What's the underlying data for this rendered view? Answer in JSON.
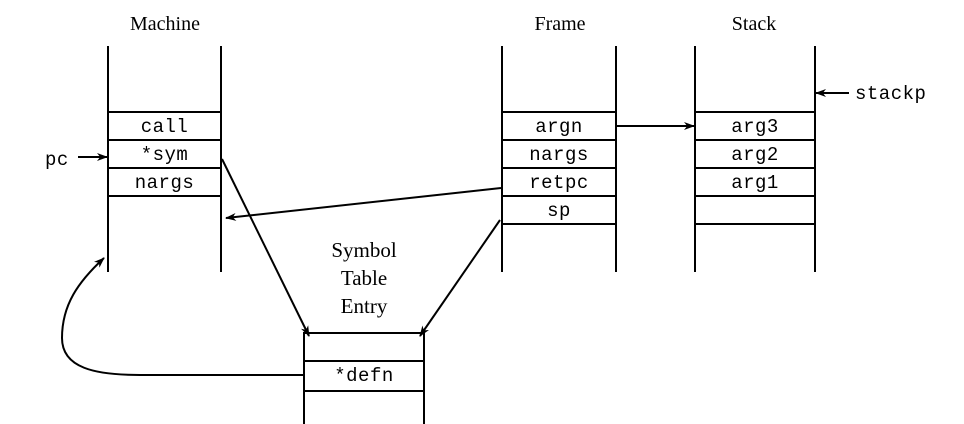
{
  "diagram": {
    "title": "Machine / Frame / Stack call linkage diagram",
    "background": "#ffffff",
    "ink": "#000000"
  },
  "columns": {
    "machine": {
      "title": "Machine",
      "cells": [
        {
          "label": "call"
        },
        {
          "label": "*sym"
        },
        {
          "label": "nargs"
        }
      ]
    },
    "frame": {
      "title": "Frame",
      "cells": [
        {
          "label": "argn"
        },
        {
          "label": "nargs"
        },
        {
          "label": "retpc"
        },
        {
          "label": "sp"
        }
      ]
    },
    "stack": {
      "title": "Stack",
      "cells": [
        {
          "label": "arg3"
        },
        {
          "label": "arg2"
        },
        {
          "label": "arg1"
        },
        {
          "label": ""
        }
      ]
    }
  },
  "symbol_table_entry": {
    "title_lines": [
      "Symbol",
      "Table",
      "Entry"
    ],
    "cells": [
      {
        "label": ""
      },
      {
        "label": "*defn"
      }
    ]
  },
  "pointers": {
    "pc": {
      "label": "pc",
      "target": "machine-cell-sym"
    },
    "stackp": {
      "label": "stackp",
      "target": "stack-top"
    }
  },
  "connectors": [
    {
      "name": "sym-to-symbol-table-entry",
      "from": "machine.*sym",
      "to": "symbol-table-entry"
    },
    {
      "name": "retpc-to-machine",
      "from": "frame.retpc",
      "to": "machine"
    },
    {
      "name": "sp-to-symbol-table-entry",
      "from": "frame.sp",
      "to": "symbol-table-entry"
    },
    {
      "name": "argn-to-arg3",
      "from": "frame.argn",
      "to": "stack.arg3"
    },
    {
      "name": "defn-to-machine",
      "from": "symbol-table-entry.*defn",
      "to": "machine"
    }
  ]
}
